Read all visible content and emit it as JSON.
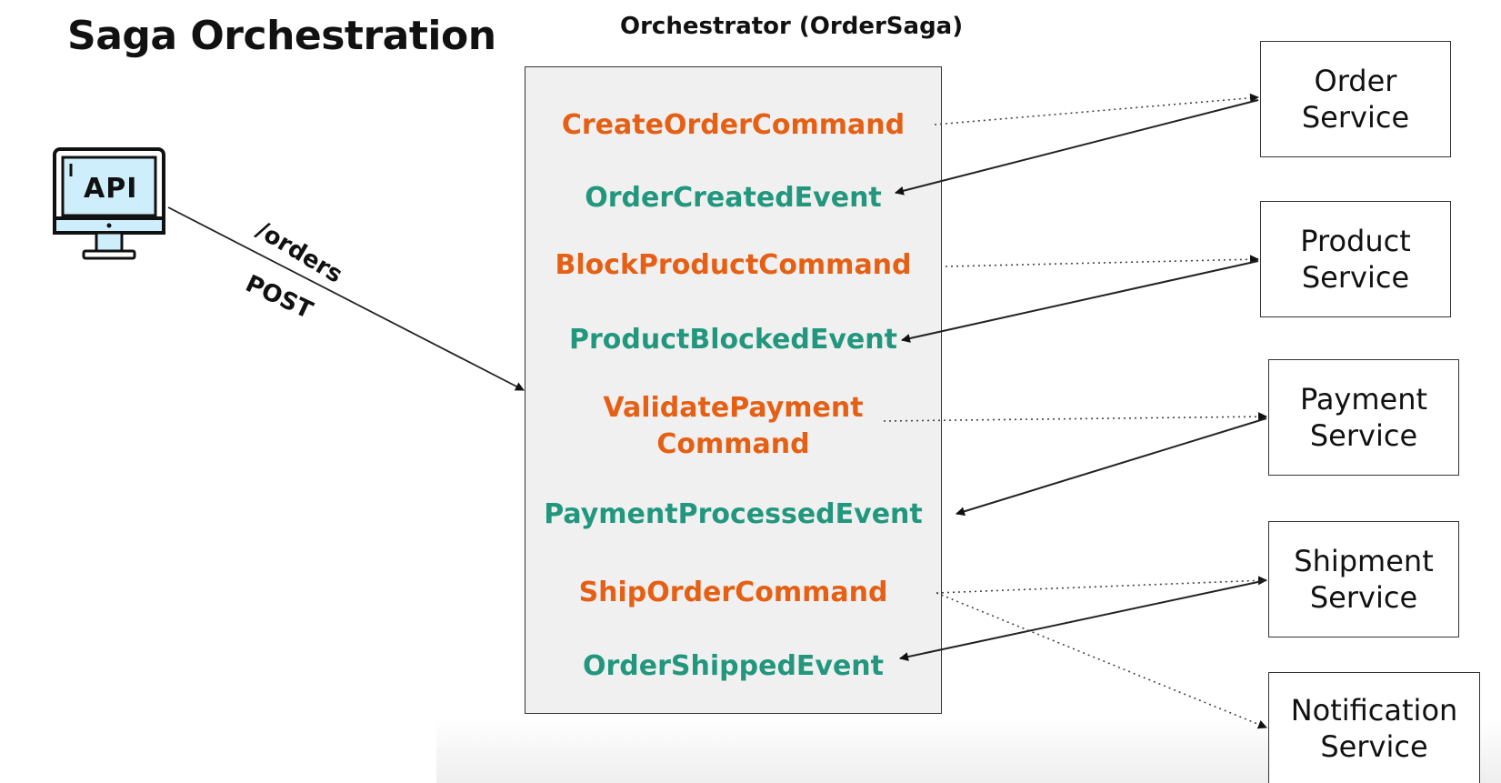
{
  "title": "Saga Orchestration",
  "orchestrator": {
    "title": "Orchestrator (OrderSaga)",
    "messages": [
      {
        "text": "CreateOrderCommand",
        "kind": "command"
      },
      {
        "text": "OrderCreatedEvent",
        "kind": "event"
      },
      {
        "text": "BlockProductCommand",
        "kind": "command"
      },
      {
        "text": "ProductBlockedEvent",
        "kind": "event"
      },
      {
        "text": "ValidatePayment",
        "text2": "Command",
        "kind": "command"
      },
      {
        "text": "PaymentProcessedEvent",
        "kind": "event"
      },
      {
        "text": "ShipOrderCommand",
        "kind": "command"
      },
      {
        "text": "OrderShippedEvent",
        "kind": "event"
      }
    ]
  },
  "client": {
    "icon": "api-monitor-icon",
    "label": "API",
    "route_path": "/orders",
    "route_method": "POST"
  },
  "services": [
    {
      "line1": "Order",
      "line2": "Service"
    },
    {
      "line1": "Product",
      "line2": "Service"
    },
    {
      "line1": "Payment",
      "line2": "Service"
    },
    {
      "line1": "Shipment",
      "line2": "Service"
    },
    {
      "line1": "Notification",
      "line2": "Service"
    }
  ],
  "colors": {
    "command": "#e55f14",
    "event": "#22977e",
    "orchestrator_bg": "#f0f0f0",
    "api_screen": "#cdeefa"
  }
}
